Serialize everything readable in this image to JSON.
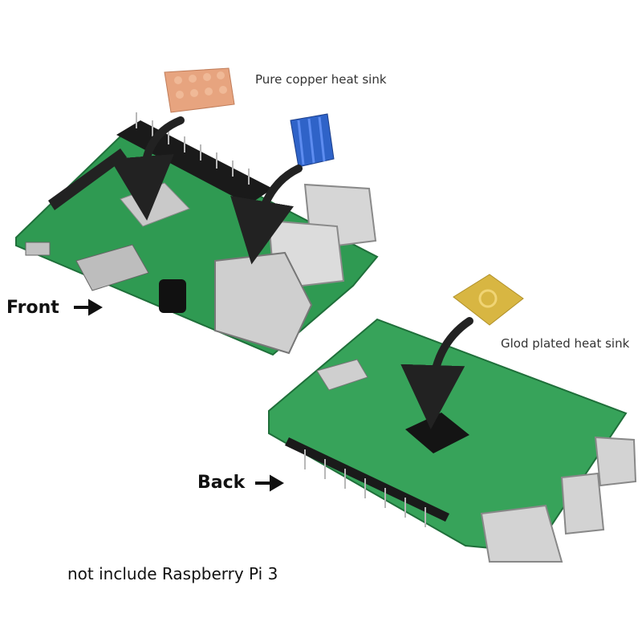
{
  "callouts": {
    "copper": "Pure copper heat sink",
    "gold": "Glod plated heat sink"
  },
  "sides": {
    "front": "Front",
    "back": "Back"
  },
  "note": "not include Raspberry Pi 3",
  "colors": {
    "pcb_green": "#2f9a52",
    "copper": "#e7a47f",
    "blue_heatsink": "#2f63c8",
    "gold": "#d8b642",
    "arrow": "#222222"
  }
}
